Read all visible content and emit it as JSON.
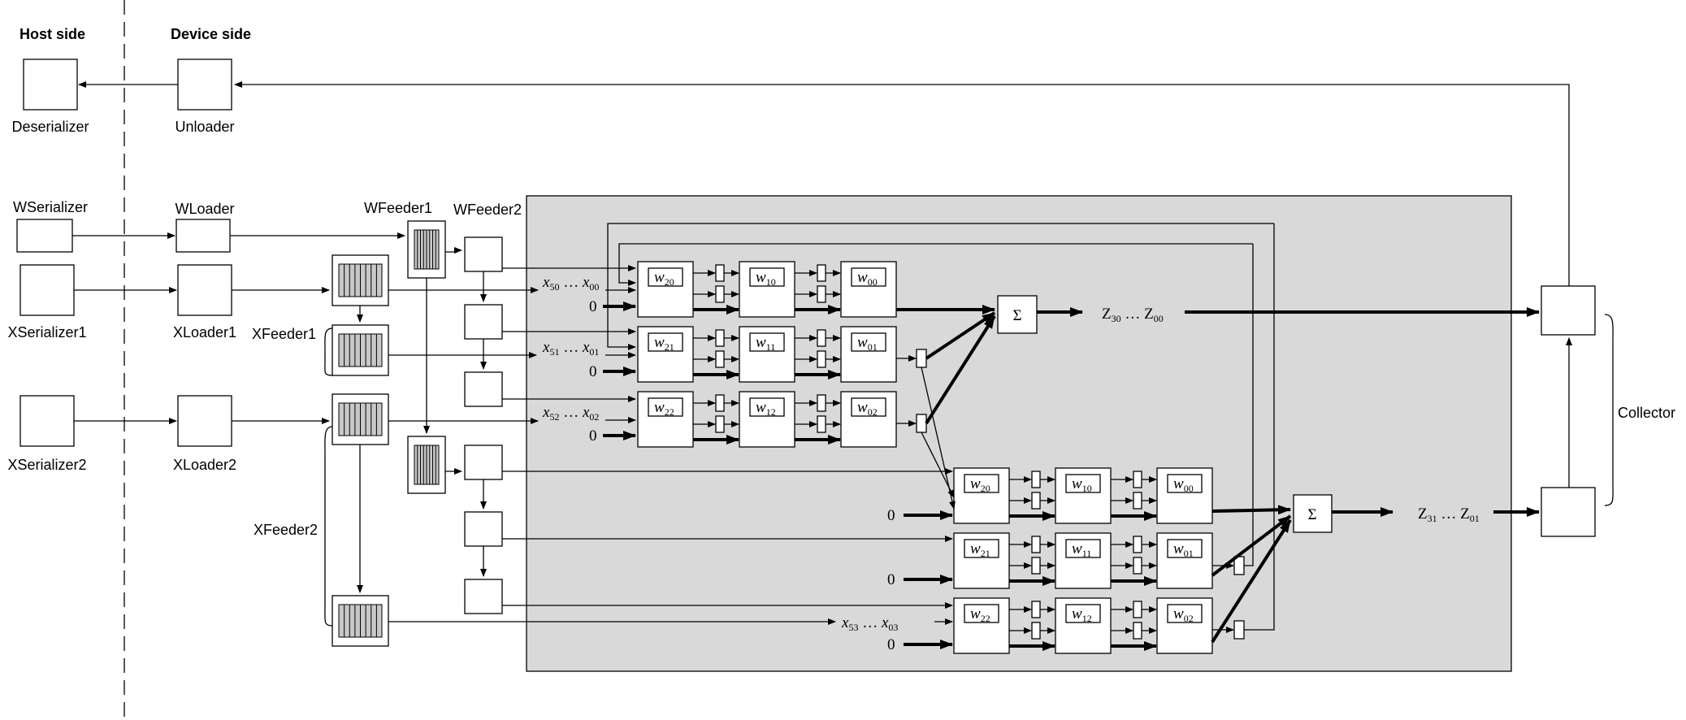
{
  "sides": {
    "host": "Host side",
    "device": "Device side"
  },
  "labels": {
    "deserializer": "Deserializer",
    "unloader": "Unloader",
    "wserializer": "WSerializer",
    "wloader": "WLoader",
    "xserializer1": "XSerializer1",
    "xloader1": "XLoader1",
    "xserializer2": "XSerializer2",
    "xloader2": "XLoader2",
    "xfeeder1": "XFeeder1",
    "xfeeder2": "XFeeder2",
    "wfeeder1": "WFeeder1",
    "wfeeder2": "WFeeder2",
    "collector": "Collector",
    "sum": "Σ",
    "zero": "0"
  },
  "array1": {
    "inputs": [
      {
        "label": "x",
        "first": "50",
        "last": "00"
      },
      {
        "label": "x",
        "first": "51",
        "last": "01"
      },
      {
        "label": "x",
        "first": "52",
        "last": "02"
      }
    ],
    "weights": [
      [
        "20",
        "10",
        "00"
      ],
      [
        "21",
        "11",
        "01"
      ],
      [
        "22",
        "12",
        "02"
      ]
    ],
    "output": {
      "label": "Z",
      "first": "30",
      "last": "00"
    }
  },
  "array2": {
    "inputs": [
      {
        "label": "x",
        "first": "53",
        "last": "03"
      }
    ],
    "weights": [
      [
        "20",
        "10",
        "00"
      ],
      [
        "21",
        "11",
        "01"
      ],
      [
        "22",
        "12",
        "02"
      ]
    ],
    "output": {
      "label": "Z",
      "first": "31",
      "last": "01"
    }
  },
  "colors": {
    "array_background": "#d9d9d9",
    "stroke": "#000000"
  }
}
